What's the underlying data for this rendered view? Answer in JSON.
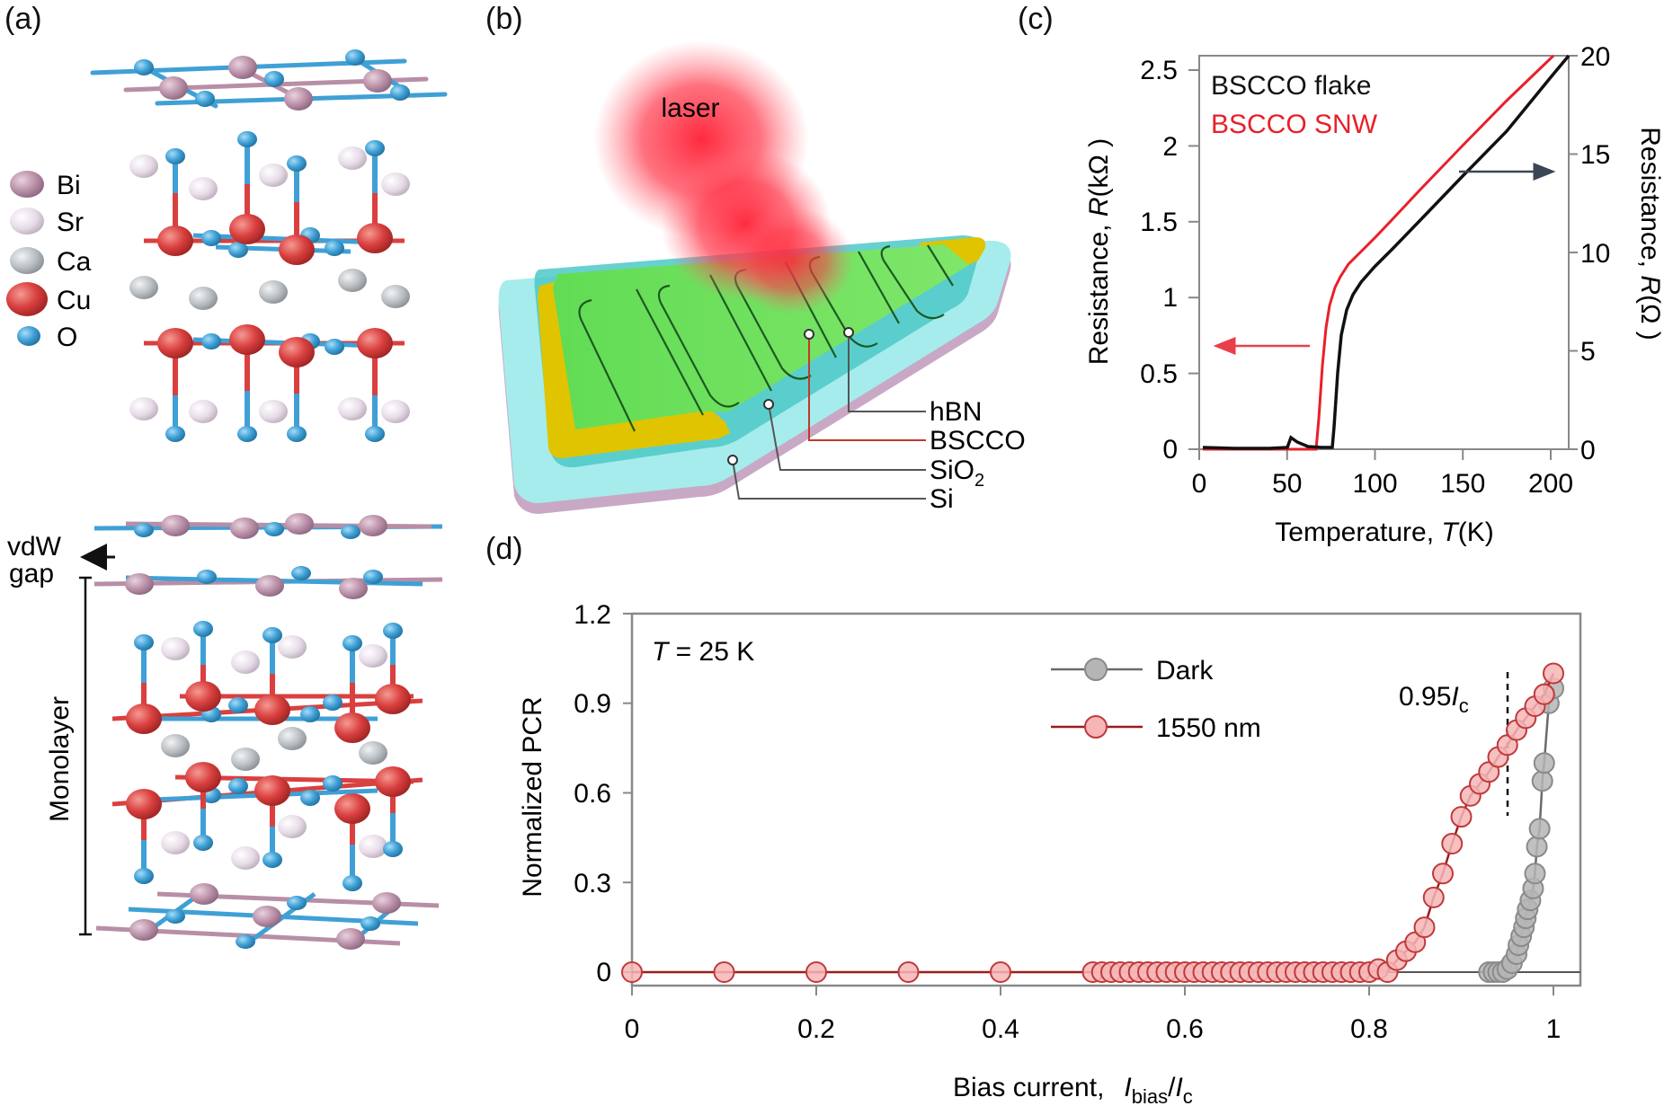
{
  "panels": {
    "a": {
      "label": "(a)",
      "legend": [
        {
          "symbol": "Bi",
          "color": "#b88ea6",
          "size": 20
        },
        {
          "symbol": "Sr",
          "color": "#e7dce8",
          "size": 20
        },
        {
          "symbol": "Ca",
          "color": "#b9bec2",
          "size": 20
        },
        {
          "symbol": "Cu",
          "color": "#d9403f",
          "size": 24
        },
        {
          "symbol": "O",
          "color": "#3fa0d6",
          "size": 14
        }
      ],
      "annotations": {
        "vdw_gap_line1": "vdW",
        "vdw_gap_line2": "gap",
        "monolayer": "Monolayer"
      }
    },
    "b": {
      "label": "(b)",
      "laser_label": "laser",
      "layer_labels": [
        {
          "text": "hBN",
          "line_color": "#555555"
        },
        {
          "text": "BSCCO",
          "line_color": "#c0392b"
        },
        {
          "text": "SiO",
          "sub": "2",
          "line_color": "#555555"
        },
        {
          "text": "Si",
          "line_color": "#555555"
        }
      ],
      "colors": {
        "hbn": "#4cc9c7",
        "sio2": "#a6ecec",
        "si": "#c9a8c6",
        "bscco": "#6fe25f",
        "electrode": "#e0c400",
        "laser": "#ff2a3a"
      }
    },
    "c": {
      "label": "(c)",
      "legend": [
        {
          "text": "BSCCO flake",
          "color": "#111111"
        },
        {
          "text": "BSCCO SNW",
          "color": "#e8202a"
        }
      ],
      "xlabel": "Temperature, ",
      "xlabel_italic": "T",
      "xlabel_unit": "(K)",
      "ylabel_left": "Resistance, ",
      "ylabel_left_italic": "R",
      "ylabel_left_unit": "(kΩ )",
      "ylabel_right": "Resistance, ",
      "ylabel_right_italic": "R",
      "ylabel_right_unit": "(Ω )",
      "xticks": [
        "0",
        "50",
        "100",
        "150",
        "200"
      ],
      "yticks_left": [
        "0",
        "0.5",
        "1",
        "1.5",
        "2",
        "2.5"
      ],
      "yticks_right": [
        "0",
        "5",
        "10",
        "15",
        "20"
      ]
    },
    "d": {
      "label": "(d)",
      "annotation_T": "T",
      "annotation_T_rest": " = 25 K",
      "annotation_ic_prefix": "0.95",
      "annotation_ic_italic": "I",
      "annotation_ic_sub": "c",
      "legend": [
        {
          "text": "Dark",
          "line": "#6b6b6b",
          "fill": "#b5b5b5",
          "stroke": "#8a8a8a"
        },
        {
          "text": "1550 nm",
          "line": "#9b1c1c",
          "fill": "#f6b6b6",
          "stroke": "#c0393b"
        }
      ],
      "xlabel": "Bias current,",
      "xlabel_I": "I",
      "xlabel_sub1": "bias",
      "xlabel_slash": "/",
      "xlabel_I2": "I",
      "xlabel_sub2": "c",
      "ylabel": "Normalized PCR",
      "xticks": [
        "0",
        "0.2",
        "0.4",
        "0.6",
        "0.8",
        "1"
      ],
      "yticks": [
        "0",
        "0.3",
        "0.6",
        "0.9",
        "1.2"
      ]
    }
  },
  "chart_data": [
    {
      "panel": "c",
      "type": "line",
      "title": "",
      "xlabel": "Temperature, T(K)",
      "ylabel": "Resistance, R(kΩ )",
      "ylabel_right": "Resistance, R(Ω )",
      "xlim": [
        0,
        210
      ],
      "ylim": [
        0,
        2.6
      ],
      "ylim_right": [
        0,
        20
      ],
      "grid": false,
      "legend_position": "upper left",
      "series": [
        {
          "name": "BSCCO flake",
          "axis": "right",
          "color": "#111111",
          "x": [
            2,
            20,
            40,
            50,
            52,
            56,
            62,
            70,
            76,
            77,
            79,
            81,
            84,
            87.5,
            92,
            100,
            110,
            125,
            150,
            175,
            200,
            210
          ],
          "y_left_scale": [
            0.01,
            0.005,
            0.005,
            0.01,
            0.08,
            0.05,
            0.02,
            0.01,
            0.01,
            0.15,
            0.5,
            0.75,
            0.92,
            1.02,
            1.1,
            1.2,
            1.32,
            1.5,
            1.8,
            2.1,
            2.45,
            2.6
          ]
        },
        {
          "name": "BSCCO SNW",
          "axis": "left",
          "color": "#e8202a",
          "x": [
            2,
            20,
            40,
            60,
            66.5,
            68,
            70,
            72,
            74,
            77,
            80,
            85,
            92,
            100,
            110,
            125,
            150,
            175,
            201.5
          ],
          "y": [
            0.0,
            0.0,
            0.0,
            0.0,
            0.0,
            0.2,
            0.55,
            0.8,
            0.95,
            1.07,
            1.14,
            1.22,
            1.3,
            1.4,
            1.52,
            1.7,
            2.0,
            2.3,
            2.6
          ]
        }
      ],
      "annotations": [
        "red arrow pointing left (left axis)",
        "dark arrow pointing right (right axis)"
      ]
    },
    {
      "panel": "d",
      "type": "scatter",
      "title": "",
      "xlabel": "Bias current, Ibias/Ic",
      "ylabel": "Normalized PCR",
      "xlim": [
        0,
        1.03
      ],
      "ylim": [
        -0.045,
        1.2
      ],
      "grid": false,
      "legend_position": "upper right",
      "annotations": [
        "T = 25 K",
        "0.95Ic (dashed vertical line at x=0.95)"
      ],
      "series": [
        {
          "name": "Dark",
          "color": "#8a8a8a",
          "x": [
            0.93,
            0.935,
            0.94,
            0.945,
            0.95,
            0.955,
            0.96,
            0.962,
            0.965,
            0.968,
            0.97,
            0.972,
            0.975,
            0.978,
            0.98,
            0.982,
            0.985,
            0.988,
            0.99,
            0.995,
            1.0
          ],
          "y": [
            0.0,
            0.0,
            0.0,
            0.0,
            0.01,
            0.03,
            0.06,
            0.09,
            0.12,
            0.15,
            0.18,
            0.21,
            0.24,
            0.28,
            0.33,
            0.42,
            0.48,
            0.64,
            0.7,
            0.9,
            0.95
          ]
        },
        {
          "name": "1550 nm",
          "color": "#c0393b",
          "x": [
            0,
            0.1,
            0.2,
            0.3,
            0.4,
            0.5,
            0.51,
            0.52,
            0.53,
            0.54,
            0.55,
            0.56,
            0.57,
            0.58,
            0.59,
            0.6,
            0.61,
            0.62,
            0.63,
            0.64,
            0.65,
            0.66,
            0.67,
            0.68,
            0.69,
            0.7,
            0.71,
            0.72,
            0.73,
            0.74,
            0.75,
            0.76,
            0.77,
            0.78,
            0.79,
            0.8,
            0.81,
            0.82,
            0.83,
            0.84,
            0.85,
            0.86,
            0.87,
            0.88,
            0.89,
            0.9,
            0.91,
            0.92,
            0.93,
            0.94,
            0.95,
            0.96,
            0.97,
            0.98,
            0.99,
            1.0
          ],
          "y": [
            0,
            0,
            0,
            0,
            0,
            0,
            0,
            0,
            0,
            0,
            0,
            0,
            0,
            0,
            0,
            0,
            0,
            0,
            0,
            0,
            0,
            0,
            0,
            0,
            0,
            0,
            0,
            0,
            0,
            0,
            0,
            0,
            0,
            0,
            0,
            0,
            0.01,
            0.0,
            0.04,
            0.07,
            0.1,
            0.15,
            0.25,
            0.33,
            0.43,
            0.52,
            0.59,
            0.63,
            0.67,
            0.72,
            0.76,
            0.81,
            0.85,
            0.89,
            0.93,
            1.0
          ]
        }
      ]
    }
  ]
}
